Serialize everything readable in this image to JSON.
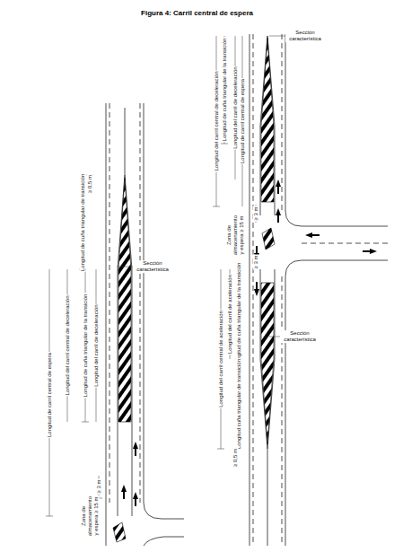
{
  "diagram": {
    "title": "Figura 4: Carril central de espera",
    "labels": [
      "≥ 0,5 m",
      "Longitud de cuña triangular de transición",
      "Sección característica",
      "Longitud de cuña triangular de la transición",
      "Longitud del carril de deceleración",
      "Longitud del carril central de deceleración",
      "Longitud de carril central de espera",
      "≥ 3 m",
      "Zona de almacenamiento y espera ≥ 15 m",
      "Sección característica",
      "Longitud de cuña triangular de la transición",
      "Longitud del carril de deceleración",
      "Longitud del carril central de deceleración",
      "Longitud de carril central de espera",
      "≥ 3 m",
      "Zona de almacenamiento y espera ≥ 15 m",
      "≥ 3 m",
      "Longitud de cuña triangular de la transición",
      "Longitud del carril de aceleración",
      "Longitud del carril central de aceleración",
      "Sección característica",
      "Longitud cuña triangular de transición",
      "≥ 0,5 m"
    ]
  }
}
